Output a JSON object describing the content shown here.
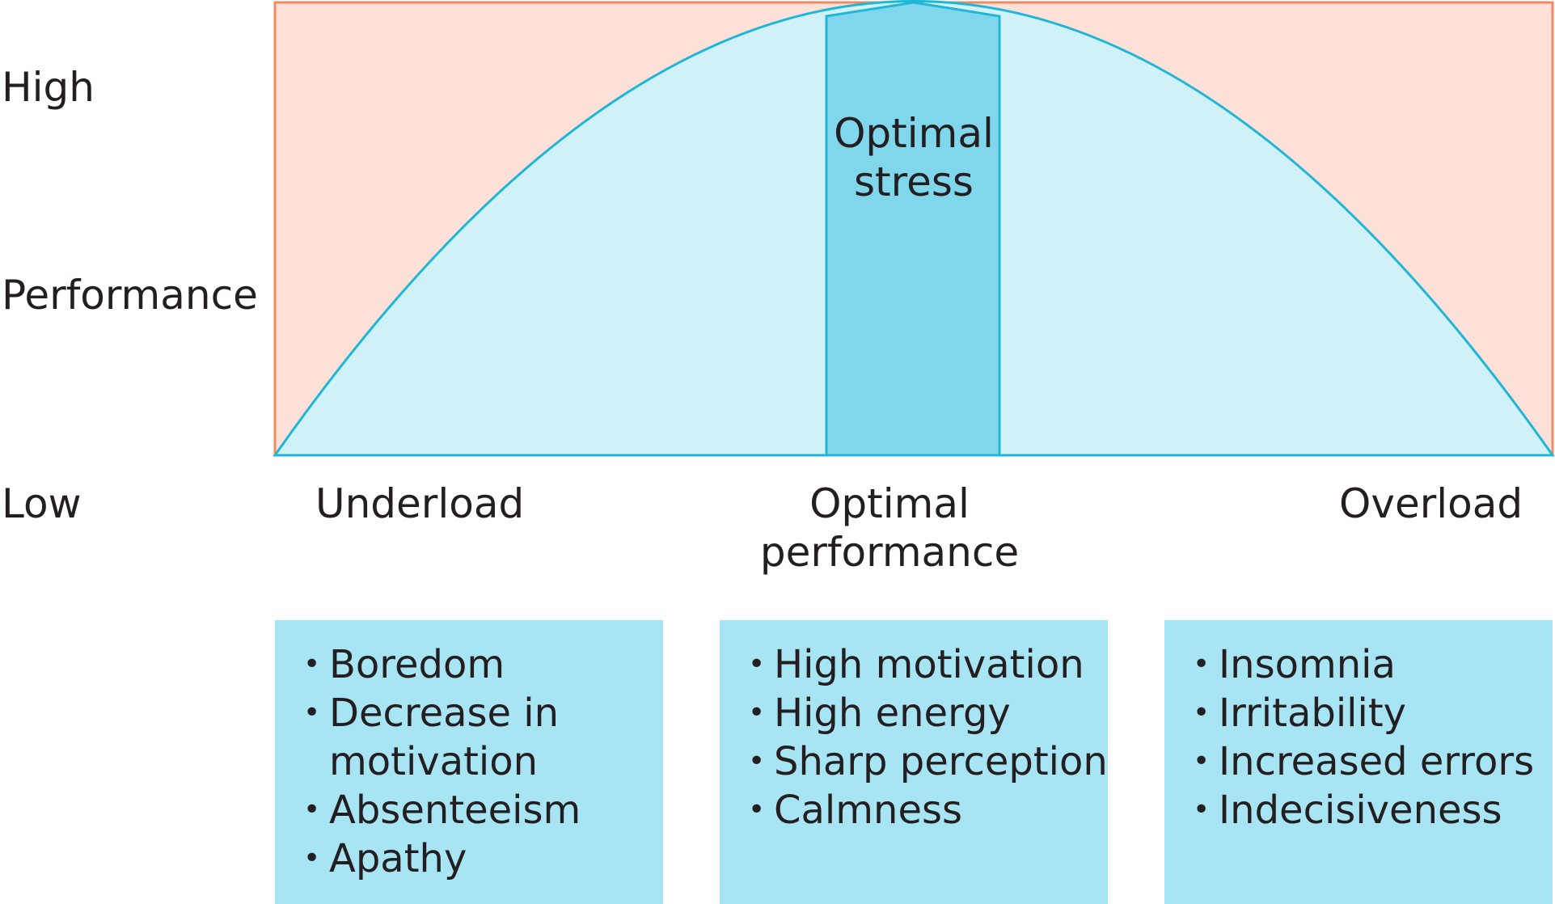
{
  "y_axis": {
    "high": "High",
    "title": "Performance",
    "low": "Low"
  },
  "zones": {
    "underload": "Underload",
    "optimal": "Optimal\nperformance",
    "overload": "Overload",
    "optimal_band": "Optimal\nstress"
  },
  "boxes": [
    {
      "items": [
        "Boredom",
        "Decrease in\n motivation",
        "Absenteeism",
        "Apathy"
      ]
    },
    {
      "items": [
        "High motivation",
        "High energy",
        "Sharp perception",
        "Calmness"
      ]
    },
    {
      "items": [
        "Insomnia",
        "Irritability",
        "Increased errors",
        "Indecisiveness"
      ]
    }
  ],
  "colors": {
    "background_zone": "#fde0d8",
    "background_border": "#f08a60",
    "curve_fill": "#d0f1f8",
    "curve_stroke": "#1fb6d8",
    "optimal_band": "#80d6ea",
    "boxes": "#a7e4f4",
    "text": "#231f20"
  }
}
